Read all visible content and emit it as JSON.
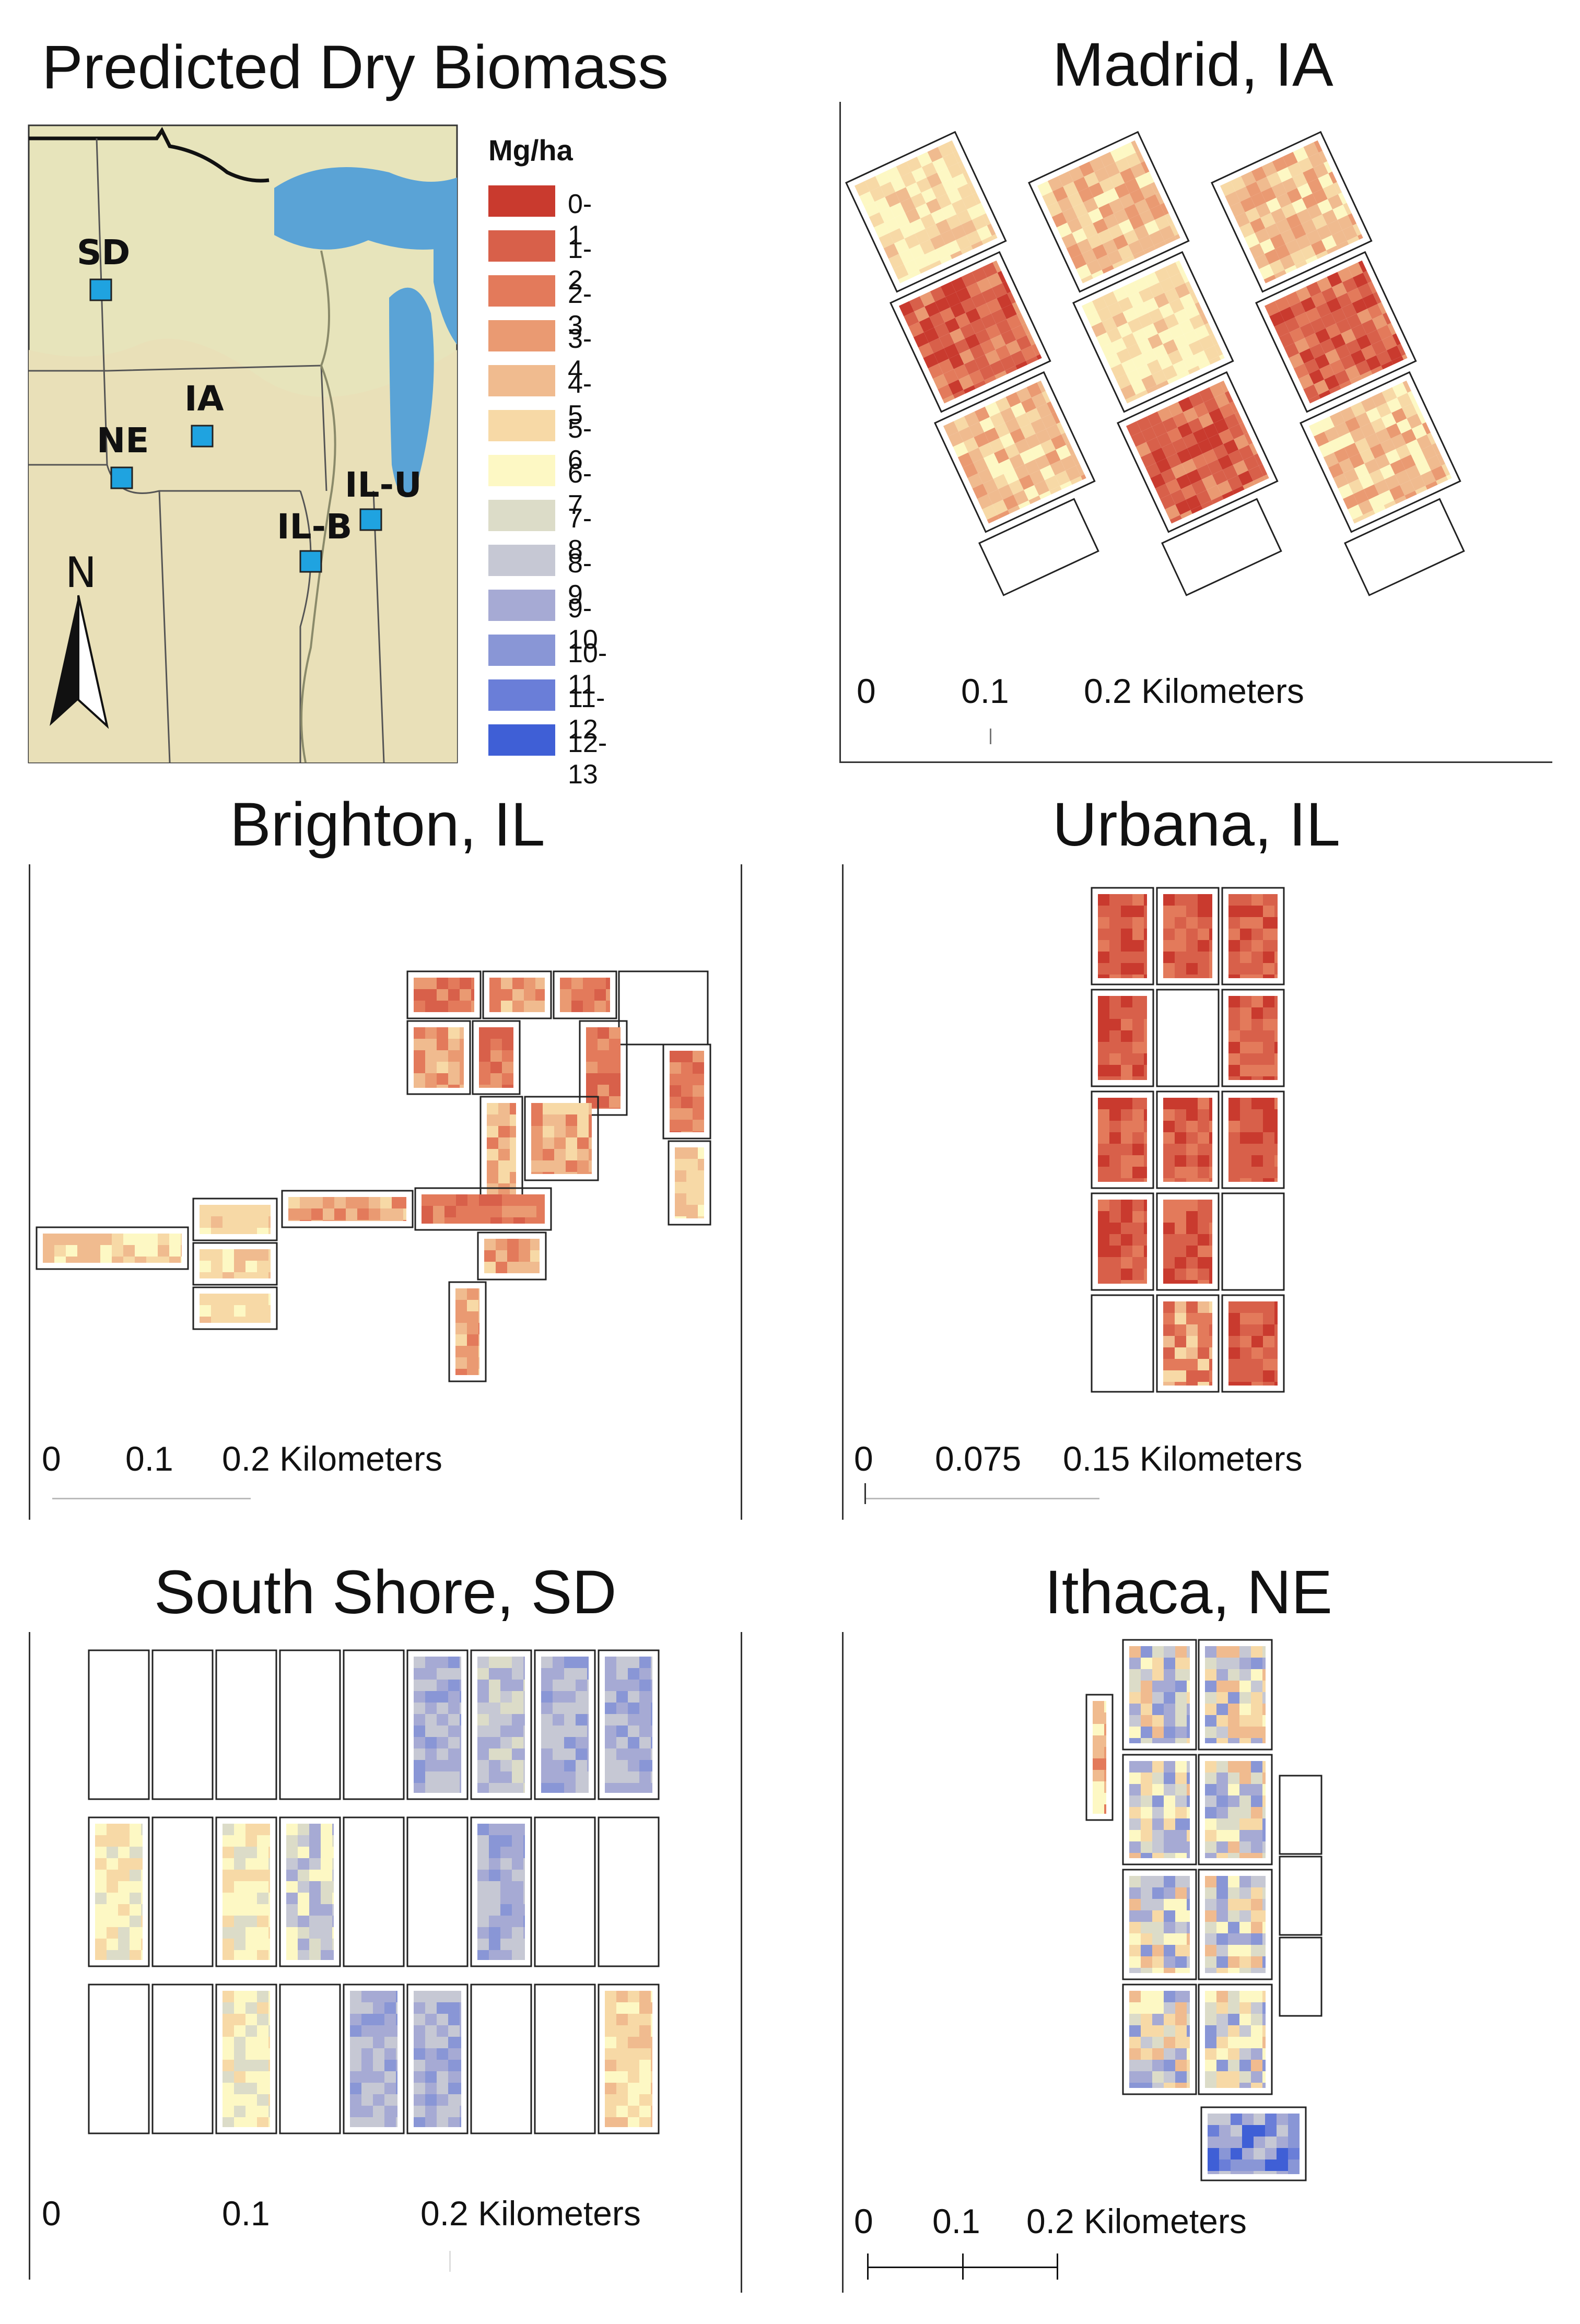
{
  "figure": {
    "main_title": "Predicted Dry Biomass",
    "legend": {
      "unit": "Mg/ha",
      "classes": [
        {
          "label": "0-1",
          "color": "#c93a2e"
        },
        {
          "label": "1-2",
          "color": "#d8604a"
        },
        {
          "label": "2-3",
          "color": "#e37a5b"
        },
        {
          "label": "3-4",
          "color": "#ea9a72"
        },
        {
          "label": "4-5",
          "color": "#f0bb8f"
        },
        {
          "label": "5-6",
          "color": "#f7d9a6"
        },
        {
          "label": "6-7",
          "color": "#fdf8c4"
        },
        {
          "label": "7-8",
          "color": "#dcdcc8"
        },
        {
          "label": "8-9",
          "color": "#c6c8d4"
        },
        {
          "label": "9-10",
          "color": "#a6aad4"
        },
        {
          "label": "10-11",
          "color": "#8996d6"
        },
        {
          "label": "11-12",
          "color": "#6a7ed8"
        },
        {
          "label": "12-13",
          "color": "#3f5fd6"
        }
      ]
    },
    "overview_map": {
      "sites": [
        {
          "label": "SD"
        },
        {
          "label": "IA"
        },
        {
          "label": "NE"
        },
        {
          "label": "IL-U"
        },
        {
          "label": "IL-B"
        }
      ],
      "north_arrow_label": "N",
      "colors": {
        "land": "#e8e6bd",
        "water": "#5aa3d6",
        "site_marker": "#1fa3e0"
      }
    }
  },
  "panels": [
    {
      "id": "madrid",
      "title": "Madrid, IA",
      "scale_labels": [
        "0",
        "0.1",
        "0.2 Kilometers"
      ]
    },
    {
      "id": "brighton",
      "title": "Brighton, IL",
      "scale_labels": [
        "0",
        "0.1",
        "0.2 Kilometers"
      ]
    },
    {
      "id": "urbana",
      "title": "Urbana, IL",
      "scale_labels": [
        "0",
        "0.075",
        "0.15 Kilometers"
      ]
    },
    {
      "id": "southshore",
      "title": "South Shore, SD",
      "scale_labels": [
        "0",
        "0.1",
        "0.2 Kilometers"
      ]
    },
    {
      "id": "ithaca",
      "title": "Ithaca, NE",
      "scale_labels": [
        "0",
        "0.1",
        "0.2 Kilometers"
      ]
    }
  ]
}
